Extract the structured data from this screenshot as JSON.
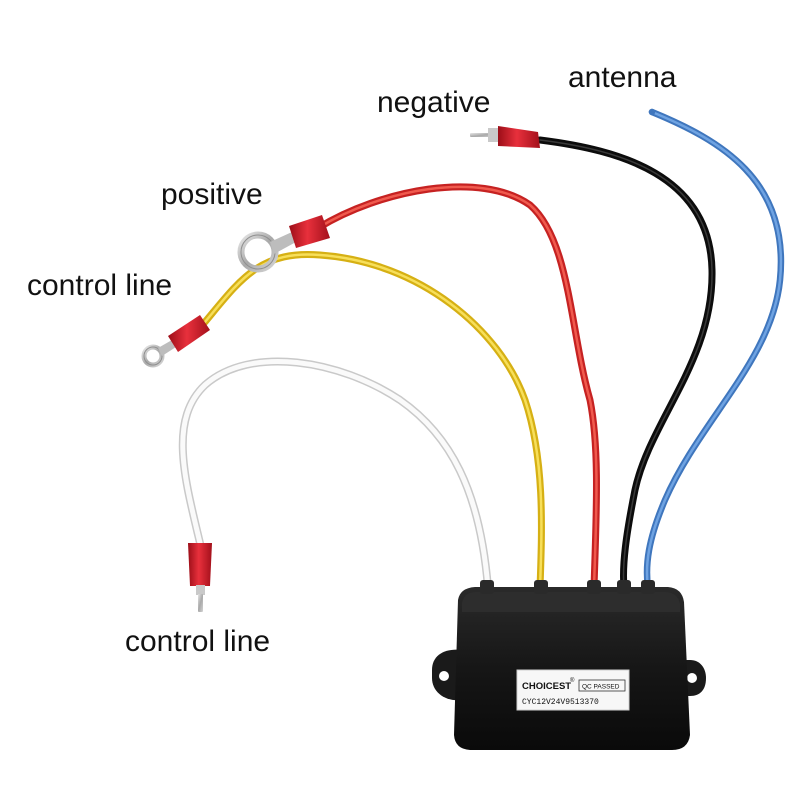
{
  "labels": {
    "antenna": "antenna",
    "negative": "negative",
    "positive": "positive",
    "control_line_upper": "control line",
    "control_line_lower": "control line"
  },
  "module": {
    "brand": "CHOICEST",
    "registered_mark": "®",
    "qc_stamp": "QC PASSED",
    "model_code": "CYC12V24V9513370"
  },
  "colors": {
    "wire_blue": "#5b93d8",
    "wire_black": "#0c0c0c",
    "wire_red": "#e2362b",
    "wire_yellow": "#f0cc1e",
    "wire_white": "#f4f4f4",
    "crimp_red": "#d81c2a",
    "housing": "#141414"
  }
}
